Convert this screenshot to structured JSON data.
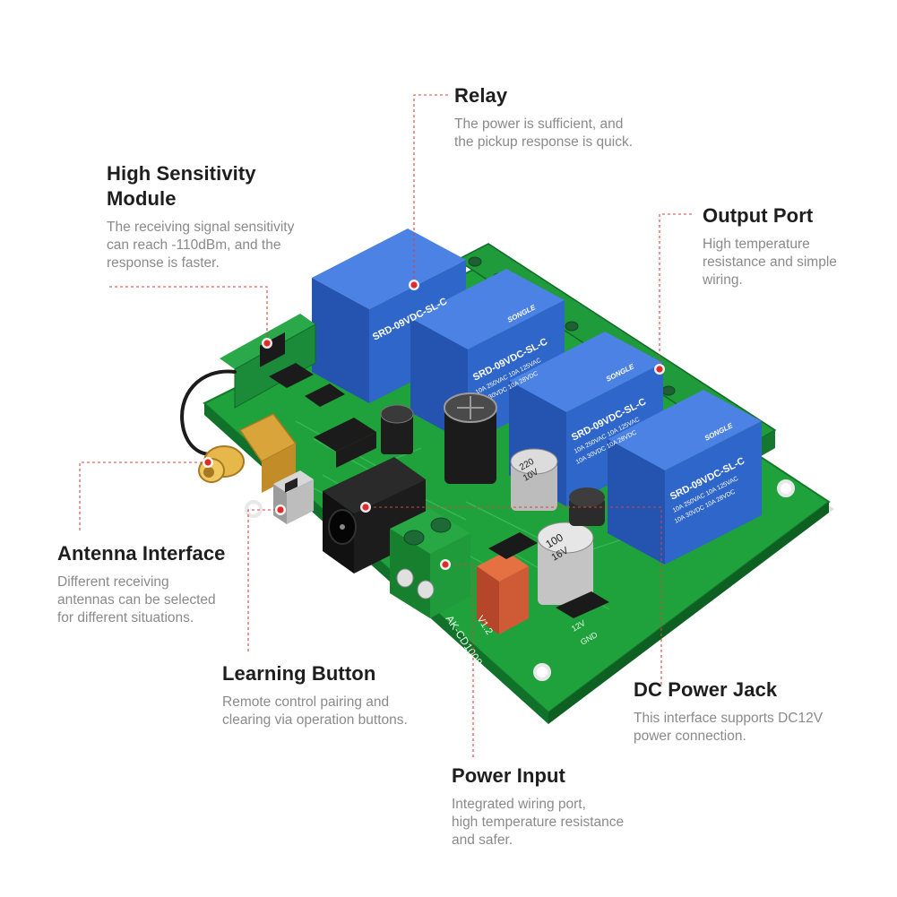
{
  "callouts": {
    "relay": {
      "title": "Relay",
      "desc_lines": [
        "The power is sufficient,  and",
        "the pickup response is quick."
      ]
    },
    "module": {
      "title_lines": [
        "High Sensitivity",
        "Module"
      ],
      "desc_lines": [
        "The receiving signal sensitivity",
        "can reach -110dBm, and the",
        "response is faster."
      ]
    },
    "output": {
      "title": "Output Port",
      "desc_lines": [
        "High temperature",
        "resistance and simple",
        "wiring."
      ]
    },
    "antenna": {
      "title": "Antenna Interface",
      "desc_lines": [
        "Different receiving",
        "antennas can be selected",
        "for different situations."
      ]
    },
    "learning": {
      "title": "Learning Button",
      "desc_lines": [
        "Remote control pairing and",
        "clearing via operation buttons."
      ]
    },
    "dc": {
      "title": "DC Power Jack",
      "desc_lines": [
        "This interface supports DC12V",
        "power connection."
      ]
    },
    "power": {
      "title": "Power Input",
      "desc_lines": [
        "Integrated wiring port,",
        "high temperature resistance",
        "and safer."
      ]
    }
  },
  "board": {
    "relay_text": [
      "SONGLE",
      "SRD-09VDC-SL-C",
      "10A 250VAC  10A 125VAC",
      "10A 30VDC  10A 28VDC"
    ],
    "capacitor_labels": [
      "100",
      "16V",
      "220",
      "10V"
    ],
    "pcb_text": [
      "AK-CD1008",
      "V1.2"
    ],
    "terminal_markings": [
      "12V",
      "GND"
    ]
  },
  "colors": {
    "pcb": "#1f9e3a",
    "relay": "#2f66c9",
    "terminal": "#1f9b3c",
    "accent": "#e02b2b"
  }
}
